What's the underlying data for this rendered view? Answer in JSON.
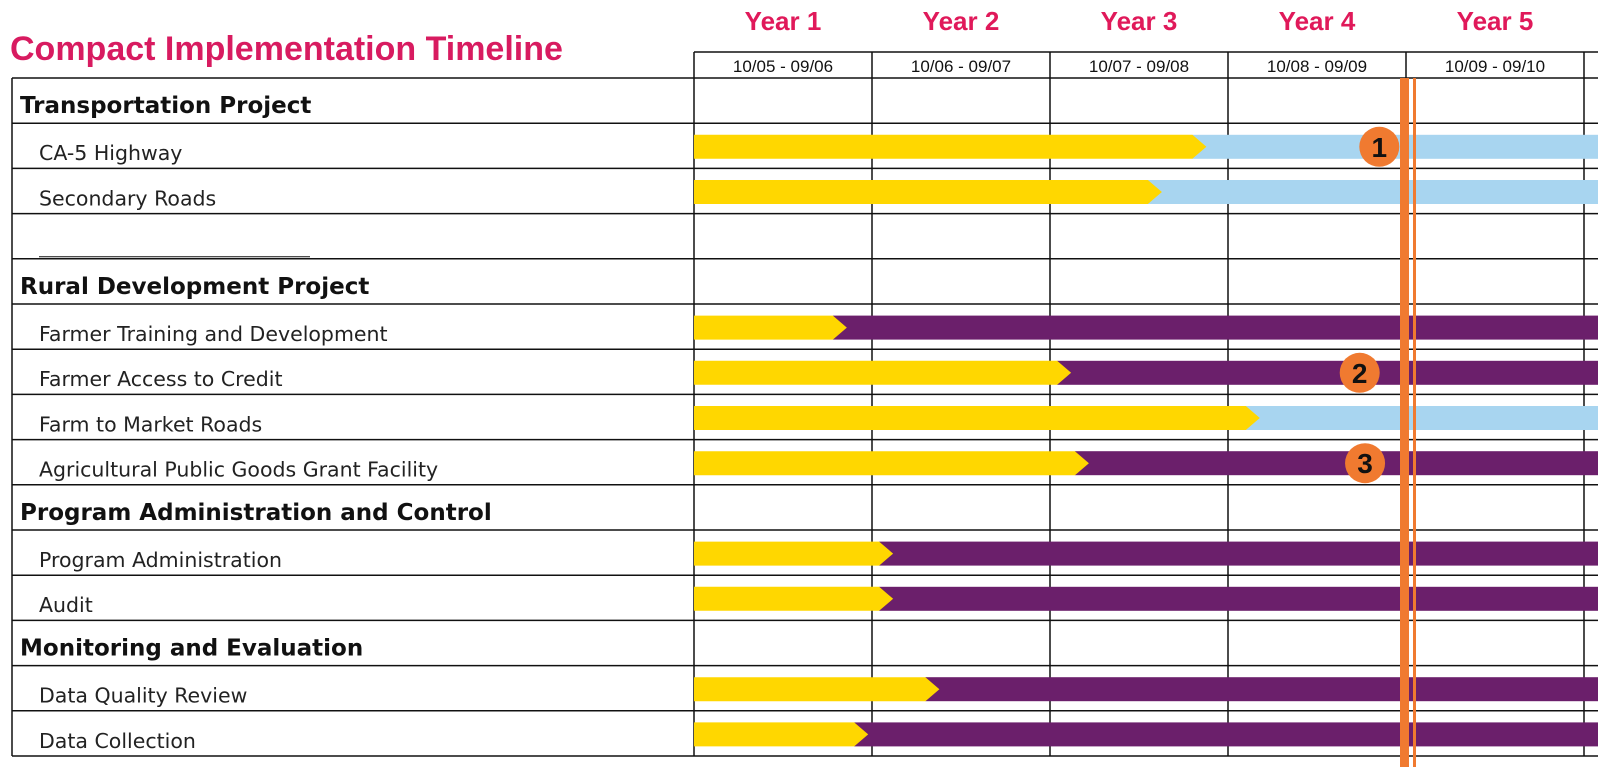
{
  "chart_data": {
    "type": "gantt",
    "title": "Compact Implementation Timeline",
    "columns": [
      {
        "year": "Year 1",
        "period": "10/05 - 09/06"
      },
      {
        "year": "Year 2",
        "period": "10/06 - 09/07"
      },
      {
        "year": "Year 3",
        "period": "10/07 - 09/08"
      },
      {
        "year": "Year 4",
        "period": "10/08 - 09/09"
      },
      {
        "year": "Year 5",
        "period": "10/09 - 09/10"
      }
    ],
    "rows": [
      {
        "kind": "group",
        "label": "Transportation Project"
      },
      {
        "kind": "task",
        "label": "CA-5 Highway",
        "phase1_end_year": 2.8,
        "phase2_color": "#a8d5f0",
        "marker": "1",
        "marker_year": 3.85
      },
      {
        "kind": "task",
        "label": "Secondary Roads",
        "phase1_end_year": 2.55,
        "phase2_color": "#a8d5f0"
      },
      {
        "kind": "blank",
        "label": ""
      },
      {
        "kind": "group",
        "label": "Rural Development Project"
      },
      {
        "kind": "task",
        "label": "Farmer Training and Development",
        "phase1_end_year": 0.78,
        "phase2_color": "#6b1f6b"
      },
      {
        "kind": "task",
        "label": "Farmer Access to Credit",
        "phase1_end_year": 2.04,
        "phase2_color": "#6b1f6b",
        "marker": "2",
        "marker_year": 3.74
      },
      {
        "kind": "task",
        "label": "Farm to Market Roads",
        "phase1_end_year": 3.1,
        "phase2_color": "#a8d5f0"
      },
      {
        "kind": "task",
        "label": "Agricultural Public Goods Grant Facility",
        "phase1_end_year": 2.14,
        "phase2_color": "#6b1f6b",
        "marker": "3",
        "marker_year": 3.77
      },
      {
        "kind": "group",
        "label": "Program Administration and Control"
      },
      {
        "kind": "task",
        "label": "Program Administration",
        "phase1_end_year": 1.04,
        "phase2_color": "#6b1f6b"
      },
      {
        "kind": "task",
        "label": "Audit",
        "phase1_end_year": 1.04,
        "phase2_color": "#6b1f6b"
      },
      {
        "kind": "group",
        "label": "Monitoring and Evaluation"
      },
      {
        "kind": "task",
        "label": "Data Quality Review",
        "phase1_end_year": 1.3,
        "phase2_color": "#6b1f6b"
      },
      {
        "kind": "task",
        "label": "Data Collection",
        "phase1_end_year": 0.9,
        "phase2_color": "#6b1f6b"
      }
    ],
    "phase1_color": "#ffd700",
    "today_line_year": 4.0,
    "today_line_color": "#f07a30",
    "marker_color": "#f07a30",
    "grid": true
  }
}
